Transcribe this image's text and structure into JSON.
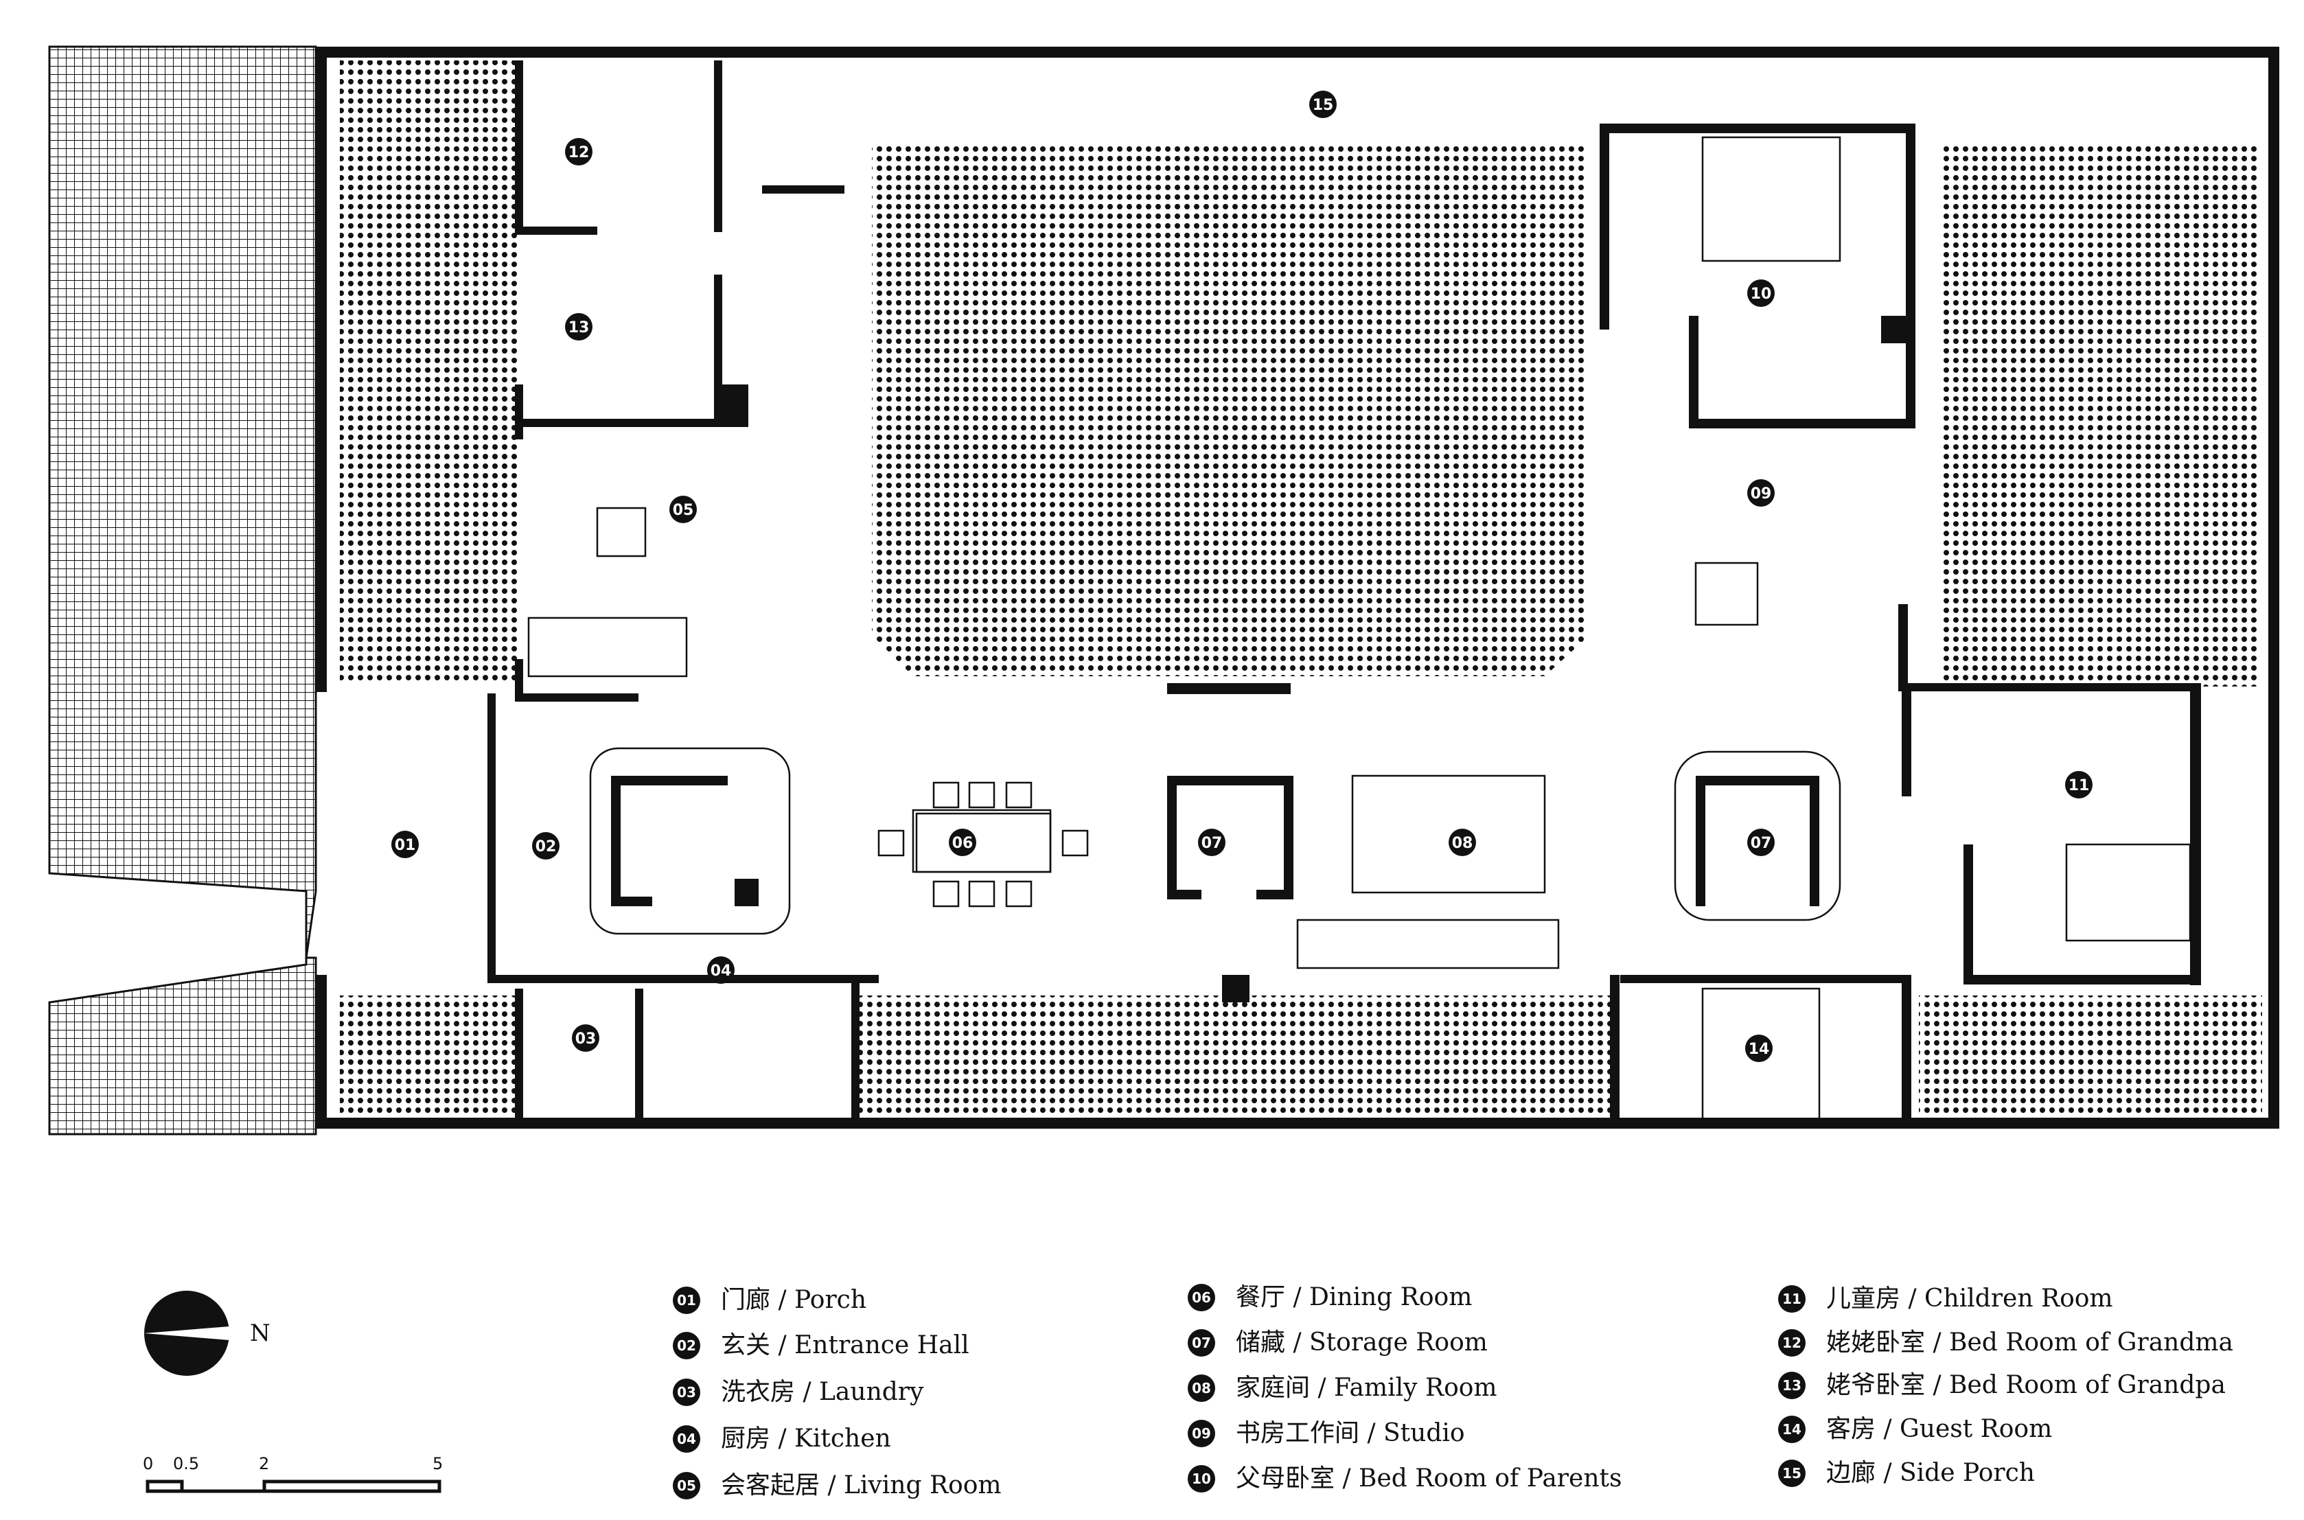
{
  "plan": {
    "room_tags": [
      "01",
      "02",
      "03",
      "04",
      "05",
      "06",
      "07",
      "07",
      "08",
      "09",
      "10",
      "11",
      "12",
      "13",
      "14",
      "15"
    ]
  },
  "north_arrow": {
    "label": "N"
  },
  "scale_bar": {
    "ticks": [
      "0",
      "0.5",
      "2",
      "5"
    ]
  },
  "legend": [
    {
      "num": "01",
      "text": "门廊 / Porch"
    },
    {
      "num": "02",
      "text": "玄关 / Entrance Hall"
    },
    {
      "num": "03",
      "text": "洗衣房 / Laundry"
    },
    {
      "num": "04",
      "text": "厨房 / Kitchen"
    },
    {
      "num": "05",
      "text": "会客起居 / Living Room"
    },
    {
      "num": "06",
      "text": "餐厅 / Dining Room"
    },
    {
      "num": "07",
      "text": "储藏 / Storage Room"
    },
    {
      "num": "08",
      "text": "家庭间 / Family Room"
    },
    {
      "num": "09",
      "text": "书房工作间 / Studio"
    },
    {
      "num": "10",
      "text": "父母卧室 / Bed Room of Parents"
    },
    {
      "num": "11",
      "text": "儿童房 / Children Room"
    },
    {
      "num": "12",
      "text": "姥姥卧室 / Bed Room of Grandma"
    },
    {
      "num": "13",
      "text": "姥爷卧室 / Bed Room of Grandpa"
    },
    {
      "num": "14",
      "text": "客房 / Guest Room"
    },
    {
      "num": "15",
      "text": "边廊 / Side Porch"
    }
  ]
}
